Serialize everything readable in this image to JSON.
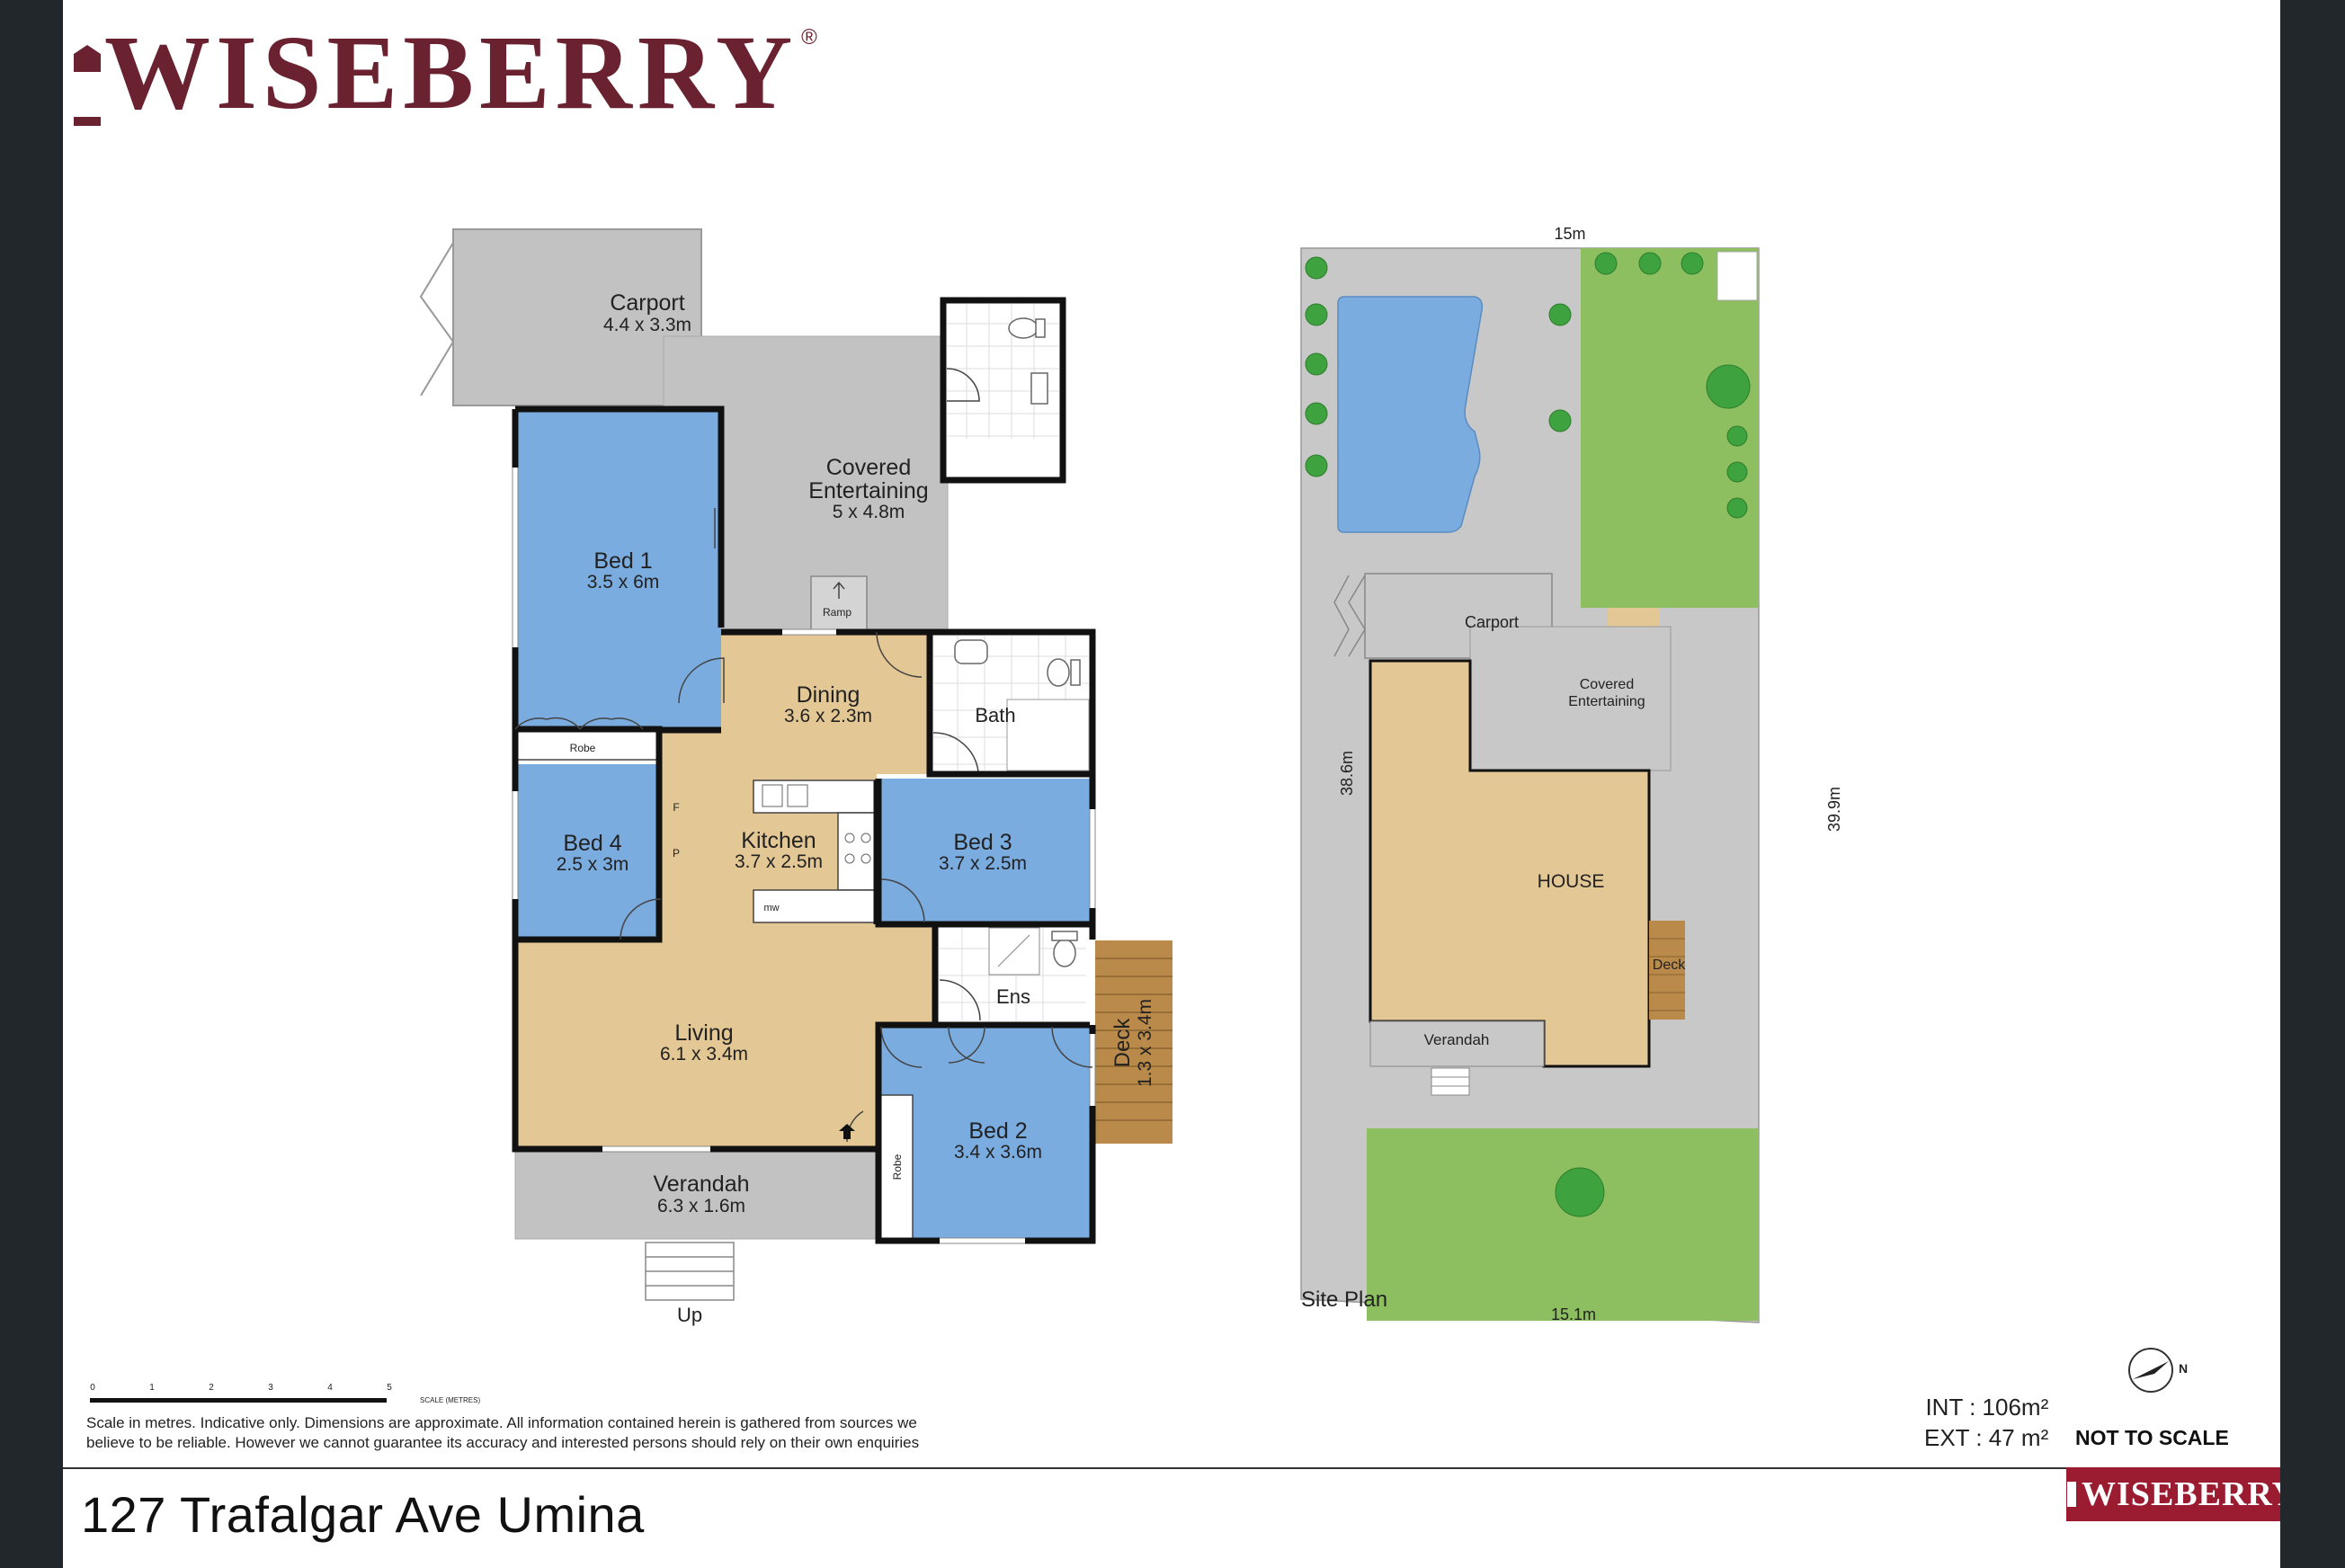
{
  "branding": {
    "logo_text": "WISEBERRY",
    "registered_mark": "®",
    "badge_text": "WISEBERRY",
    "brand_color": "#6b2230",
    "badge_color": "#9b1b30"
  },
  "floor_plan": {
    "rooms": [
      {
        "name": "Carport",
        "size": "4.4 x 3.3m"
      },
      {
        "name": "Covered",
        "name2": "Entertaining",
        "size": "5 x 4.8m"
      },
      {
        "name": "Bed 1",
        "size": "3.5 x 6m"
      },
      {
        "name": "Dining",
        "size": "3.6 x 2.3m"
      },
      {
        "name": "Bath"
      },
      {
        "name": "Robe"
      },
      {
        "name": "Bed 4",
        "size": "2.5 x 3m"
      },
      {
        "name": "Kitchen",
        "size": "3.7 x 2.5m"
      },
      {
        "name": "Bed 3",
        "size": "3.7 x 2.5m"
      },
      {
        "name": "Ens"
      },
      {
        "name": "Deck",
        "size": "1.3 x 3.4m"
      },
      {
        "name": "Living",
        "size": "6.1 x 3.4m"
      },
      {
        "name": "Bed 2",
        "size": "3.4 x 3.6m"
      },
      {
        "name": "Verandah",
        "size": "6.3 x 1.6m"
      },
      {
        "name": "Robe"
      }
    ],
    "fixture_labels": {
      "ramp": "Ramp",
      "fridge": "F",
      "pantry": "P",
      "microwave": "mw",
      "up": "Up"
    },
    "room_colors": {
      "bedroom": "#7aace0",
      "living": "#e3c795",
      "outdoor": "#c2c2c2",
      "wet": "#ffffff",
      "deck": "#b98a4a"
    }
  },
  "site_plan": {
    "title": "Site Plan",
    "dimensions": {
      "top": "15m",
      "bottom": "15.1m",
      "left": "38.6m",
      "right": "39.9m"
    },
    "labels": {
      "carport": "Carport",
      "covered": "Covered",
      "covered2": "Entertaining",
      "house": "HOUSE",
      "deck": "Deck",
      "verandah": "Verandah"
    },
    "colors": {
      "paving": "#c8c8c8",
      "lawn": "#8dbf60",
      "pool": "#7aace0",
      "house": "#e3c795"
    }
  },
  "scale_bar": {
    "ticks": [
      "0",
      "1",
      "2",
      "3",
      "4",
      "5"
    ],
    "label": "SCALE (METRES)"
  },
  "disclaimer": {
    "line1": "Scale in metres. Indicative only. Dimensions are approximate. All information contained herein is gathered from sources we",
    "line2": "believe to be reliable. However we cannot guarantee its accuracy and interested persons should rely on their own enquiries"
  },
  "areas": {
    "int_label": "INT :",
    "int_value": "106m²",
    "ext_label": "EXT :",
    "ext_value": "47 m²"
  },
  "not_to_scale": "NOT TO SCALE",
  "compass_label": "N",
  "address": "127 Trafalgar Ave Umina"
}
